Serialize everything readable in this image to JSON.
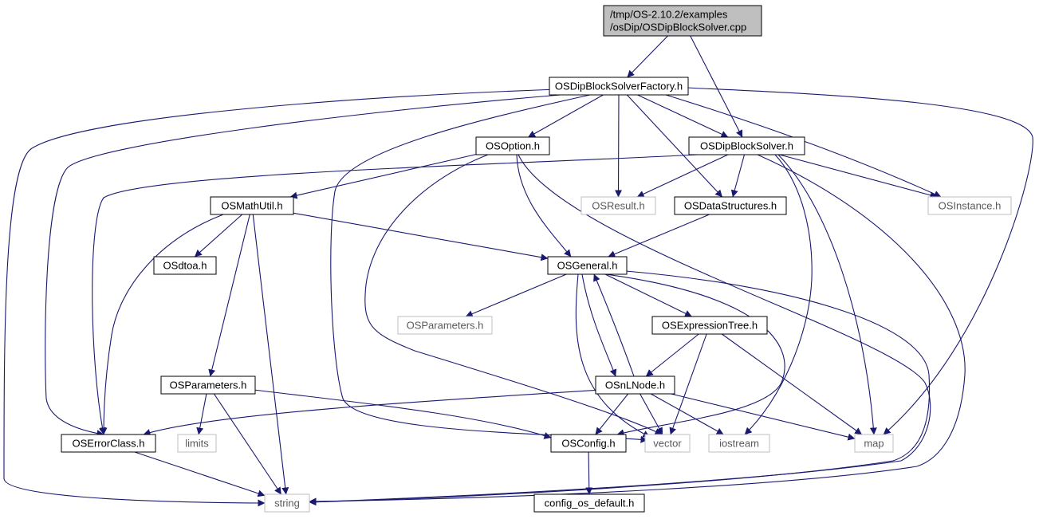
{
  "colors": {
    "edge": "#191970",
    "node_border": "#000000",
    "node_border_external": "#bfbfbf",
    "node_text": "#000000",
    "node_text_external": "#5a5a5a",
    "root_fill": "#bfbfbf",
    "node_fill": "#ffffff"
  },
  "nodes": [
    {
      "id": "root",
      "lines": [
        "/tmp/OS-2.10.2/examples",
        "/osDip/OSDipBlockSolver.cpp"
      ],
      "kind": "root"
    },
    {
      "id": "factory",
      "lines": [
        "OSDipBlockSolverFactory.h"
      ],
      "kind": "normal"
    },
    {
      "id": "option",
      "lines": [
        "OSOption.h"
      ],
      "kind": "normal"
    },
    {
      "id": "dbsolver",
      "lines": [
        "OSDipBlockSolver.h"
      ],
      "kind": "normal"
    },
    {
      "id": "mathutil",
      "lines": [
        "OSMathUtil.h"
      ],
      "kind": "normal"
    },
    {
      "id": "result",
      "lines": [
        "OSResult.h"
      ],
      "kind": "external"
    },
    {
      "id": "datastruct",
      "lines": [
        "OSDataStructures.h"
      ],
      "kind": "normal"
    },
    {
      "id": "instance",
      "lines": [
        "OSInstance.h"
      ],
      "kind": "external"
    },
    {
      "id": "sdtoa",
      "lines": [
        "OSdtoa.h"
      ],
      "kind": "normal"
    },
    {
      "id": "general",
      "lines": [
        "OSGeneral.h"
      ],
      "kind": "normal"
    },
    {
      "id": "params_ext",
      "lines": [
        "OSParameters.h"
      ],
      "kind": "external"
    },
    {
      "id": "exprtree",
      "lines": [
        "OSExpressionTree.h"
      ],
      "kind": "normal"
    },
    {
      "id": "params",
      "lines": [
        "OSParameters.h"
      ],
      "kind": "normal"
    },
    {
      "id": "nlnode",
      "lines": [
        "OSnLNode.h"
      ],
      "kind": "normal"
    },
    {
      "id": "errorclass",
      "lines": [
        "OSErrorClass.h"
      ],
      "kind": "normal"
    },
    {
      "id": "limits",
      "lines": [
        "limits"
      ],
      "kind": "external"
    },
    {
      "id": "config",
      "lines": [
        "OSConfig.h"
      ],
      "kind": "normal"
    },
    {
      "id": "vector",
      "lines": [
        "vector"
      ],
      "kind": "external"
    },
    {
      "id": "iostream",
      "lines": [
        "iostream"
      ],
      "kind": "external"
    },
    {
      "id": "map",
      "lines": [
        "map"
      ],
      "kind": "external"
    },
    {
      "id": "string",
      "lines": [
        "string"
      ],
      "kind": "external"
    },
    {
      "id": "configdefault",
      "lines": [
        "config_os_default.h"
      ],
      "kind": "normal"
    }
  ],
  "edges": [
    {
      "from": "root",
      "to": "factory"
    },
    {
      "from": "root",
      "to": "dbsolver"
    },
    {
      "from": "factory",
      "to": "option"
    },
    {
      "from": "factory",
      "to": "dbsolver"
    },
    {
      "from": "factory",
      "to": "result"
    },
    {
      "from": "factory",
      "to": "datastruct"
    },
    {
      "from": "factory",
      "to": "instance"
    },
    {
      "from": "factory",
      "to": "map"
    },
    {
      "from": "factory",
      "to": "errorclass"
    },
    {
      "from": "factory",
      "to": "string"
    },
    {
      "from": "factory",
      "to": "vector"
    },
    {
      "from": "option",
      "to": "mathutil"
    },
    {
      "from": "option",
      "to": "general"
    },
    {
      "from": "option",
      "to": "vector"
    },
    {
      "from": "option",
      "to": "string"
    },
    {
      "from": "dbsolver",
      "to": "result"
    },
    {
      "from": "dbsolver",
      "to": "datastruct"
    },
    {
      "from": "dbsolver",
      "to": "instance"
    },
    {
      "from": "dbsolver",
      "to": "map"
    },
    {
      "from": "dbsolver",
      "to": "iostream"
    },
    {
      "from": "dbsolver",
      "to": "string"
    },
    {
      "from": "dbsolver",
      "to": "errorclass"
    },
    {
      "from": "mathutil",
      "to": "sdtoa"
    },
    {
      "from": "mathutil",
      "to": "general"
    },
    {
      "from": "mathutil",
      "to": "params"
    },
    {
      "from": "mathutil",
      "to": "errorclass"
    },
    {
      "from": "mathutil",
      "to": "string"
    },
    {
      "from": "datastruct",
      "to": "general"
    },
    {
      "from": "general",
      "to": "params_ext"
    },
    {
      "from": "general",
      "to": "exprtree"
    },
    {
      "from": "general",
      "to": "nlnode"
    },
    {
      "from": "general",
      "to": "vector"
    },
    {
      "from": "general",
      "to": "config"
    },
    {
      "from": "general",
      "to": "string"
    },
    {
      "from": "exprtree",
      "to": "nlnode"
    },
    {
      "from": "exprtree",
      "to": "vector"
    },
    {
      "from": "exprtree",
      "to": "map"
    },
    {
      "from": "nlnode",
      "to": "general"
    },
    {
      "from": "nlnode",
      "to": "errorclass"
    },
    {
      "from": "nlnode",
      "to": "config"
    },
    {
      "from": "nlnode",
      "to": "vector"
    },
    {
      "from": "nlnode",
      "to": "iostream"
    },
    {
      "from": "nlnode",
      "to": "map"
    },
    {
      "from": "params",
      "to": "limits"
    },
    {
      "from": "params",
      "to": "string"
    },
    {
      "from": "params",
      "to": "config"
    },
    {
      "from": "errorclass",
      "to": "string"
    },
    {
      "from": "config",
      "to": "configdefault"
    }
  ]
}
